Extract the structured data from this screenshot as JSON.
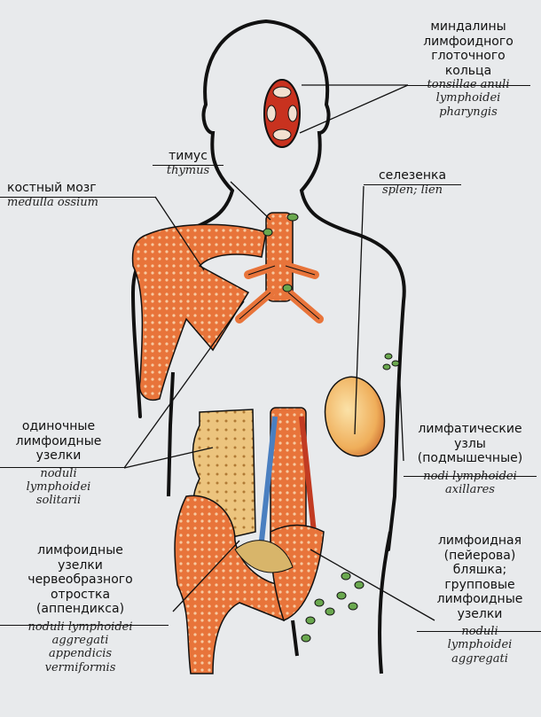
{
  "labels": {
    "tonsils": {
      "ru": [
        "миндалины",
        "лимфоидного",
        "глоточного",
        "кольца"
      ],
      "la": [
        "tonsillae anuli",
        "lymphoidei",
        "pharyngis"
      ]
    },
    "thymus": {
      "ru": "тимус",
      "la": "thymus"
    },
    "bone_marrow": {
      "ru": "костный мозг",
      "la": "medulla ossium"
    },
    "spleen": {
      "ru": "селезенка",
      "la": "splen; lien"
    },
    "solitary_nodules": {
      "ru": [
        "одиночные",
        "лимфоидные",
        "узелки"
      ],
      "la": [
        "noduli",
        "lymphoidei",
        "solitarii"
      ]
    },
    "axillary_nodes": {
      "ru": [
        "лимфатические",
        "узлы",
        "(подмышечные)"
      ],
      "la": [
        "nodi lymphoidei",
        "axillares"
      ]
    },
    "appendix_nodules": {
      "ru": [
        "лимфоидные",
        "узелки",
        "червеобразного",
        "отростка",
        "(аппендикса)"
      ],
      "la": [
        "noduli lymphoidei",
        "aggregati",
        "appendicis",
        "vermiformis"
      ]
    },
    "peyer_patches": {
      "ru": [
        "лимфоидная",
        "(пейерова)",
        "бляшка;",
        "групповые",
        "лимфоидные",
        "узелки"
      ],
      "la": [
        "noduli",
        "lymphoidei",
        "aggregati"
      ]
    }
  },
  "colors": {
    "outline": "#111111",
    "bone": "#e8743a",
    "bone_light": "#f2a36e",
    "tissue": "#c23b22",
    "spleen": "#e9a55a",
    "node": "#6aa84f",
    "vessel_blue": "#4a7fc0",
    "intestine": "#e9c07a",
    "background": "#e8eaec"
  }
}
